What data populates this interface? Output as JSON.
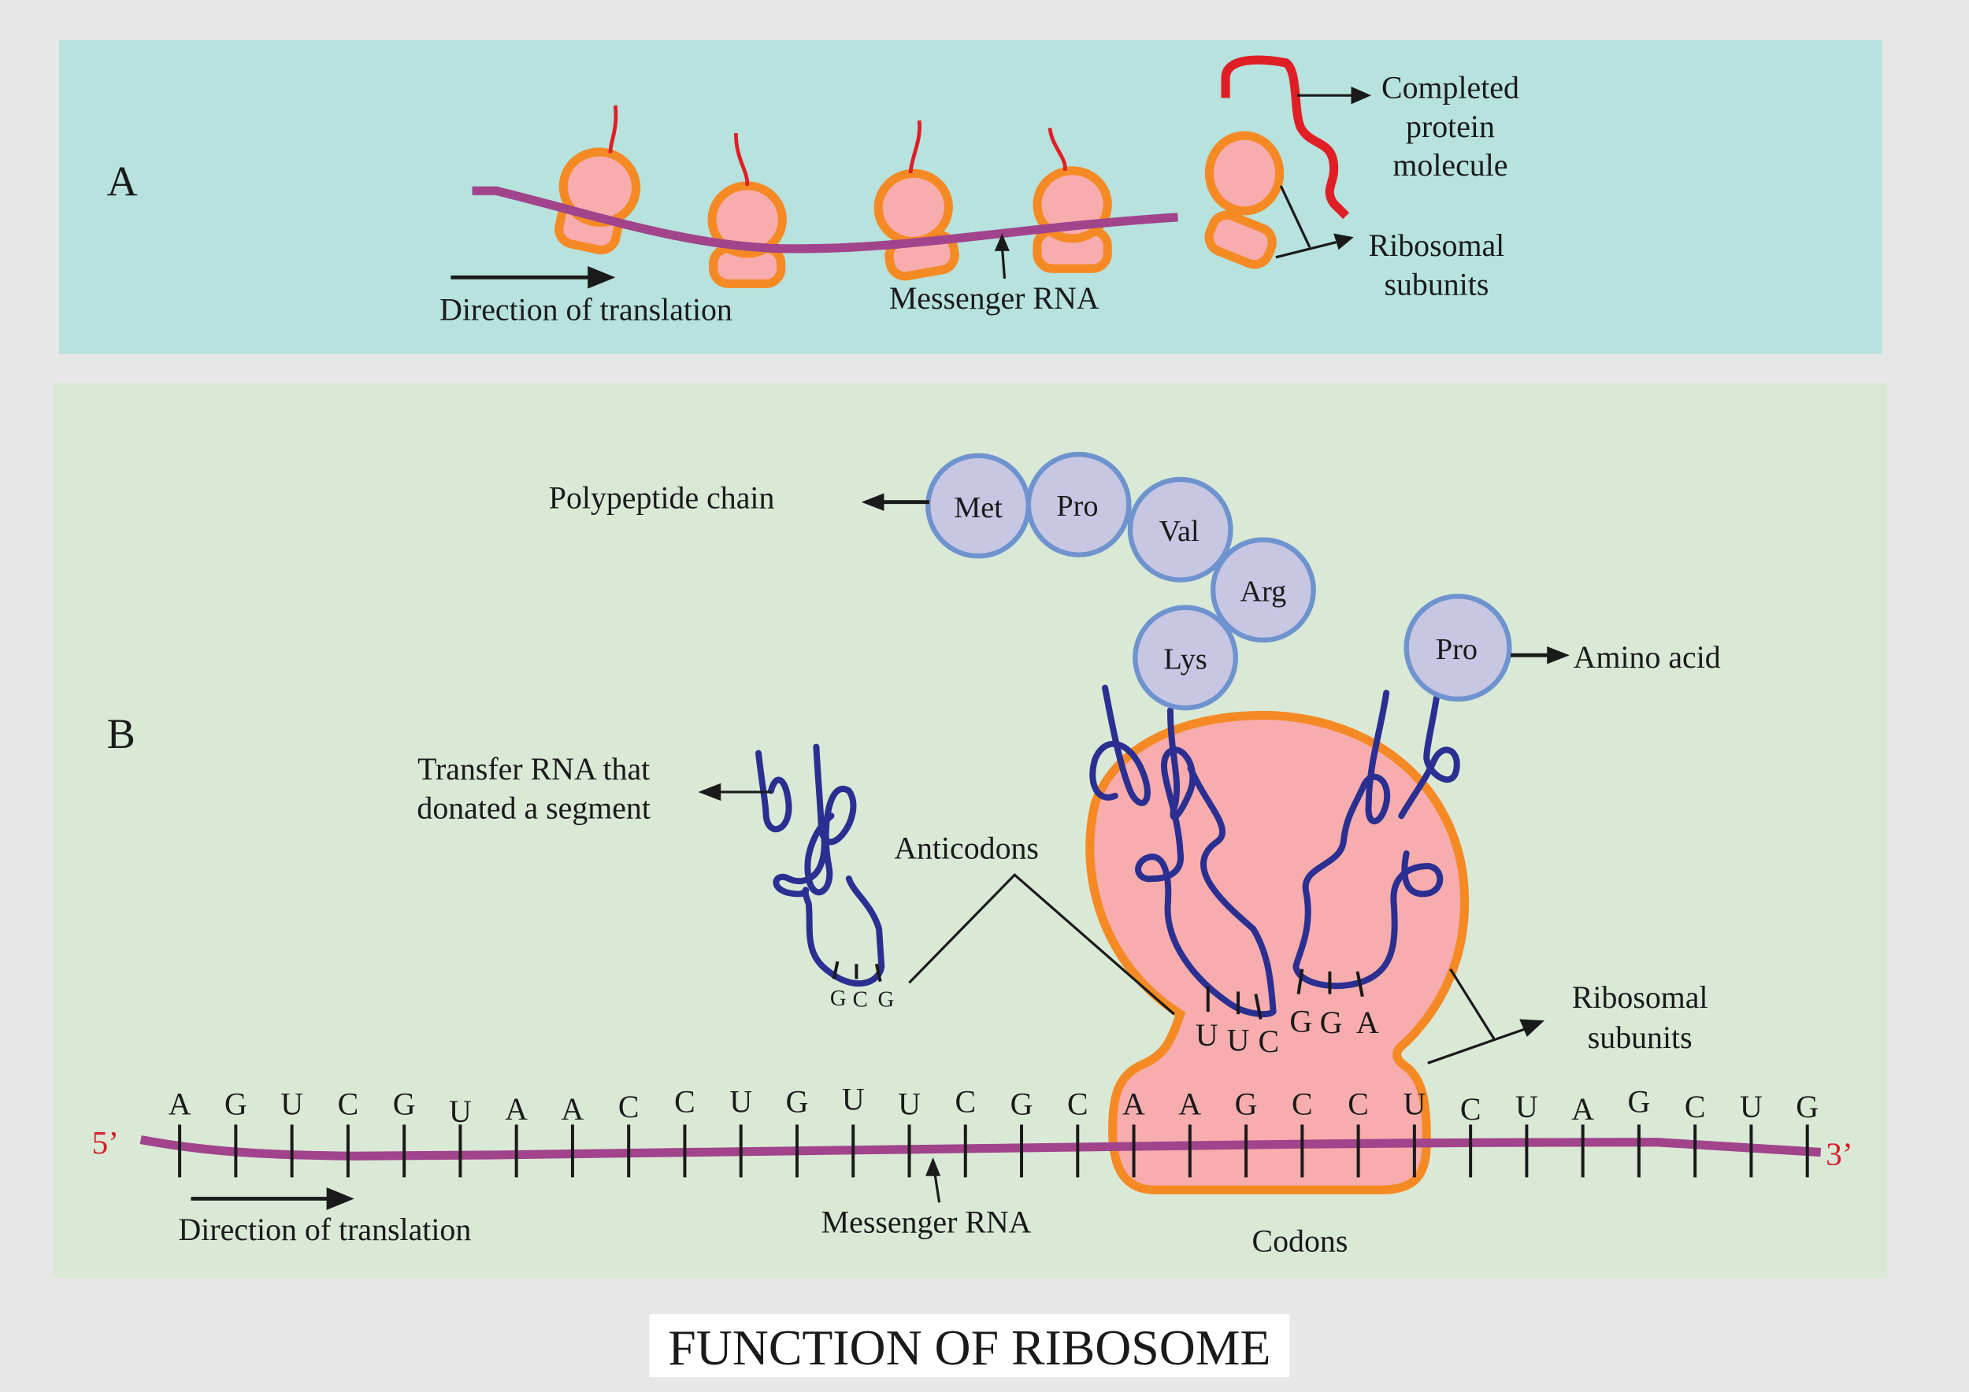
{
  "title": "FUNCTION OF RIBOSOME",
  "colors": {
    "background": "#e7e7e7",
    "panel_a": "#b7e2de",
    "panel_b": "#d9e9d6",
    "ribosome_fill": "#f7adae",
    "ribosome_outline": "#f58a25",
    "mrna": "#a1448c",
    "trna": "#2a2f91",
    "protein": "#e01e26",
    "amino_acid_fill": "#c7c6e3",
    "amino_acid_outline": "#6e93cf",
    "prime_labels": "#d81e2a"
  },
  "panel_a": {
    "label": "A",
    "direction_label": "Direction of translation",
    "mrna_label": "Messenger RNA",
    "protein_label": [
      "Completed",
      "protein",
      "molecule"
    ],
    "subunits_label": [
      "Ribosomal",
      "subunits"
    ]
  },
  "panel_b": {
    "label": "B",
    "polypeptide_label": "Polypeptide chain",
    "polypeptide": [
      "Met",
      "Pro",
      "Val",
      "Arg",
      "Lys"
    ],
    "incoming_amino_acid": "Pro",
    "amino_acid_label": "Amino acid",
    "trna_label": [
      "Transfer RNA that",
      "donated a segment"
    ],
    "donated_anticodon": [
      "G",
      "C",
      "G"
    ],
    "anticodons_label": "Anticodons",
    "anticodon_1": [
      "U",
      "U",
      "C"
    ],
    "anticodon_2": [
      "G",
      "G",
      "A"
    ],
    "subunits_label": [
      "Ribosomal",
      "subunits"
    ],
    "five_prime": "5’",
    "three_prime": "3’",
    "mrna_sequence": [
      "A",
      "G",
      "U",
      "C",
      "G",
      "U",
      "A",
      "A",
      "C",
      "C",
      "U",
      "G",
      "U",
      "U",
      "C",
      "G",
      "C",
      "A",
      "A",
      "G",
      "C",
      "C",
      "U",
      "C",
      "U",
      "A",
      "G",
      "C",
      "U",
      "G"
    ],
    "direction_label": "Direction of translation",
    "mrna_label": "Messenger RNA",
    "codons_label": "Codons"
  }
}
